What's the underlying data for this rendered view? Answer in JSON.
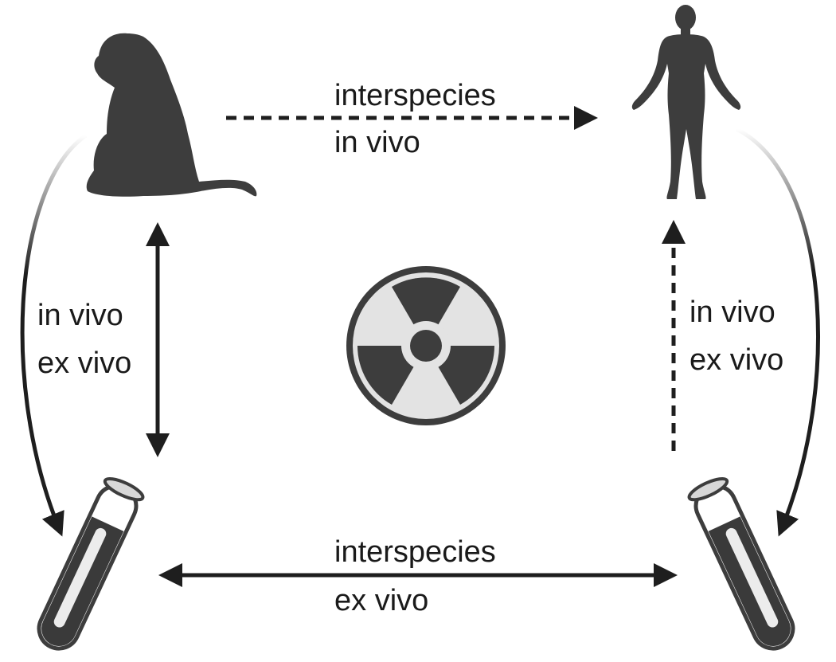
{
  "labels": {
    "top_line1": "interspecies",
    "top_line2": "in vivo",
    "left_line1": "in vivo",
    "left_line2": "ex vivo",
    "right_line1": "in vivo",
    "right_line2": "ex vivo",
    "bottom_line1": "interspecies",
    "bottom_line2": "ex vivo"
  },
  "nodes": {
    "top_left": "monkey-icon",
    "top_right": "human-icon",
    "bottom_left": "blood-tube-icon",
    "bottom_right": "blood-tube-icon",
    "center": "radiation-icon"
  },
  "colors": {
    "silhouette": "#3d3d3d",
    "arrow": "#1e1e1e",
    "radiation_fill": "#e3e3e3"
  }
}
